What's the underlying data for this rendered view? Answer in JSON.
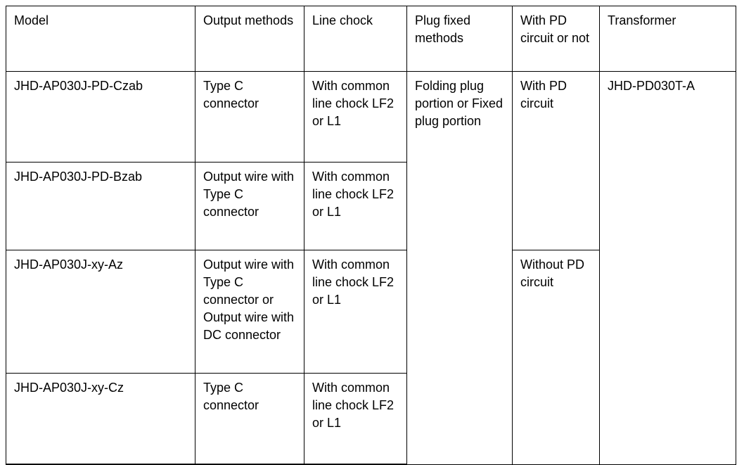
{
  "table": {
    "columns": [
      {
        "key": "model",
        "label": "Model"
      },
      {
        "key": "output",
        "label": "Output methods"
      },
      {
        "key": "chock",
        "label": "Line chock"
      },
      {
        "key": "plug",
        "label": "Plug fixed methods"
      },
      {
        "key": "pd",
        "label": "With PD circuit or not"
      },
      {
        "key": "transformer",
        "label": "Transformer"
      }
    ],
    "rows": [
      {
        "model": "JHD-AP030J-PD-Czab",
        "output": "Type C connector",
        "chock": "With common line chock LF2 or L1",
        "plug": "Folding plug portion or Fixed plug portion",
        "pd": "With PD circuit",
        "transformer": "JHD-PD030T-A"
      },
      {
        "model": "JHD-AP030J-PD-Bzab",
        "output": "Output wire with Type C connector",
        "chock": "With common line chock LF2 or L1"
      },
      {
        "model": "JHD-AP030J-xy-Az",
        "output": "Output wire with Type C connector or Output wire with DC connector",
        "chock": "With common line chock LF2 or L1",
        "pd": "Without PD circuit"
      },
      {
        "model": "JHD-AP030J-xy-Cz",
        "output": "Type C connector",
        "chock": "With common line chock LF2 or L1"
      }
    ],
    "merges": {
      "plug_rowspan": 4,
      "transformer_rowspan": 4,
      "pd_with_rowspan": 2,
      "pd_without_rowspan": 2
    }
  },
  "colors": {
    "border": "#000000",
    "text": "#000000",
    "background": "#ffffff"
  }
}
